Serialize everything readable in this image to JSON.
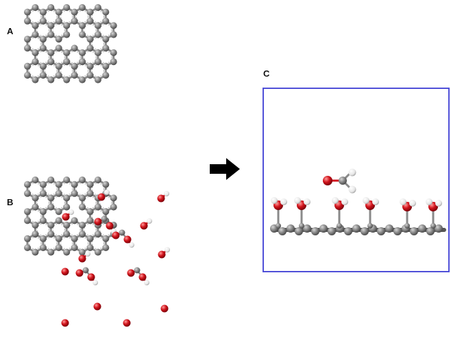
{
  "panels": {
    "a": {
      "label": "A"
    },
    "b": {
      "label": "B"
    },
    "c": {
      "label": "C"
    }
  },
  "colors": {
    "carbon": "#7d7d7d",
    "carbon_light": "#b4b4b4",
    "bond": "#8a8a8a",
    "oxygen": "#d1141c",
    "oxygen_light": "#f06a6a",
    "hydrogen": "#eeeeee",
    "frame": "#4f4fd8",
    "arrow": "#000000"
  },
  "icons": {
    "arrow": "right-arrow-icon"
  }
}
